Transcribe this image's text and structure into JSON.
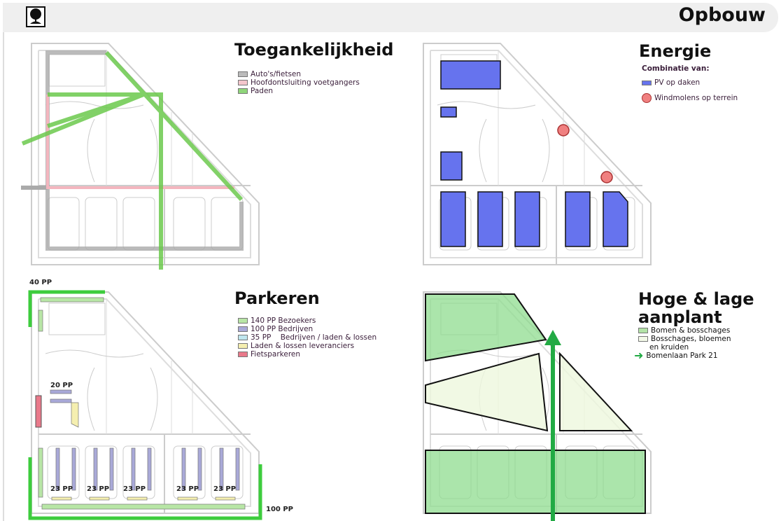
{
  "header": {
    "title": "Opbouw",
    "logo": "tree-logo"
  },
  "quadrants": {
    "access": {
      "title": "Toegankelijkheid",
      "legend": [
        {
          "label": "Auto's/fietsen",
          "color": "#bbbbbb"
        },
        {
          "label": "Hoofdontsluiting voetgangers",
          "color": "#f4c6cc"
        },
        {
          "label": "Paden",
          "color": "#8fd67a"
        }
      ]
    },
    "energy": {
      "title": "Energie",
      "subtitle": "Combinatie van:",
      "legend": [
        {
          "label": "PV op daken",
          "color": "#6673ee"
        },
        {
          "label": "Windmolens op terrein",
          "color": "#f08080"
        }
      ]
    },
    "parking": {
      "title": "Parkeren",
      "legend": [
        {
          "label": "140 PP Bezoekers",
          "color": "#b8e6a6"
        },
        {
          "label": "100 PP Bedrijven",
          "color": "#a9a9d8"
        },
        {
          "label": "35 PP    Bedrijven / laden & lossen",
          "color": "#bfe6ee"
        },
        {
          "label": "Laden & lossen leveranciers",
          "color": "#f5efb0"
        },
        {
          "label": "Fietsparkeren",
          "color": "#e9798a"
        }
      ],
      "labels": {
        "top": "40 PP",
        "middle": "20 PP",
        "bottom": "100 PP",
        "blocks": [
          "23 PP",
          "23 PP",
          "23 PP",
          "23 PP",
          "23 PP"
        ]
      }
    },
    "planting": {
      "title_line1": "Hoge & lage",
      "title_line2": "aanplant",
      "legend": [
        {
          "label": "Bomen & bosschages",
          "color": "#b3e3a7"
        },
        {
          "label": "Bosschages, bloemen",
          "color": "#f3f9e8"
        },
        {
          "label": "en kruiden",
          "color": ""
        },
        {
          "label": "Bomenlaan Park 21",
          "color": "#22aa44"
        }
      ]
    }
  }
}
